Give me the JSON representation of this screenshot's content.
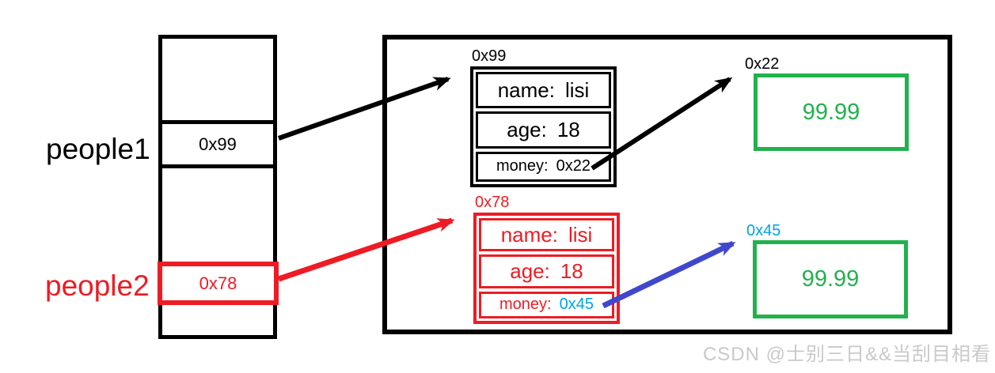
{
  "colors": {
    "black": "#000000",
    "red": "#ed1c24",
    "green": "#22b14c",
    "blue": "#3f48cc",
    "lightblue": "#00a2e8",
    "watermark": "#c9c9c9"
  },
  "stack": {
    "var1": {
      "label": "people1",
      "value": "0x99"
    },
    "var2": {
      "label": "people2",
      "value": "0x78"
    }
  },
  "heap": {
    "object1": {
      "address": "0x99",
      "rows": [
        {
          "label": "name:",
          "value": "lisi"
        },
        {
          "label": "age:",
          "value": "18"
        },
        {
          "label": "money:",
          "value": "0x22"
        }
      ]
    },
    "object2": {
      "address": "0x78",
      "rows": [
        {
          "label": "name:",
          "value": "lisi"
        },
        {
          "label": "age:",
          "value": "18"
        },
        {
          "label": "money:",
          "value": "0x45"
        }
      ]
    },
    "value1": {
      "address": "0x22",
      "value": "99.99"
    },
    "value2": {
      "address": "0x45",
      "value": "99.99"
    }
  },
  "watermark": "CSDN @士别三日&&当刮目相看"
}
